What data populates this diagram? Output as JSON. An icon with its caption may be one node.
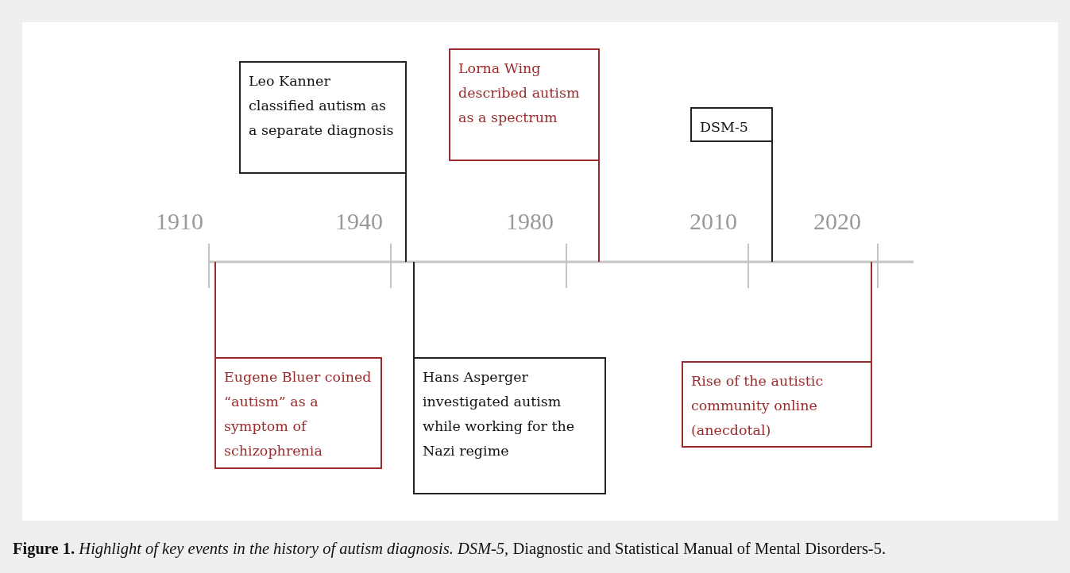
{
  "diagram": {
    "caption": "**Figure 1.** *Highlight of key events in the history of autism diagnosis. DSM-5,* Diagnostic and Statistical Manual of Mental Disorders-5.",
    "nodes": [
      {
        "text": [
          "Eugene Bluer coined “autism” as a symptom of schizophrenia"
        ]
      },
      {
        "text": [
          "Leo Kanner classified autism as a separate diagnosis"
        ]
      },
      {
        "text": [
          "Hans Asperger investigated autism while working for the Nazi regime"
        ]
      },
      {
        "text": [
          "Lorna Wing described autism as a spectrum"
        ]
      },
      {
        "text": [
          "DSM-5"
        ]
      },
      {
        "text": [
          "Rise of the autistic community online (anecdotal)"
        ]
      }
    ],
    "edges": [
      {
        "from": 0,
        "to": null,
        "arrow": "none",
        "color": "#9a2b2b"
      },
      {
        "from": 1,
        "to": null,
        "arrow": "none",
        "color": "#222222"
      },
      {
        "from": 2,
        "to": null,
        "arrow": "none",
        "color": "#222222"
      },
      {
        "from": 3,
        "to": null,
        "arrow": "none",
        "color": "#9a2b2b"
      },
      {
        "from": 4,
        "to": null,
        "arrow": "none",
        "color": "#222222"
      },
      {
        "from": 5,
        "to": null,
        "arrow": "none",
        "color": "#9a2b2b"
      }
    ],
    "labels": [
      "1910",
      "1940",
      "1980",
      "2010",
      "2020"
    ]
  }
}
